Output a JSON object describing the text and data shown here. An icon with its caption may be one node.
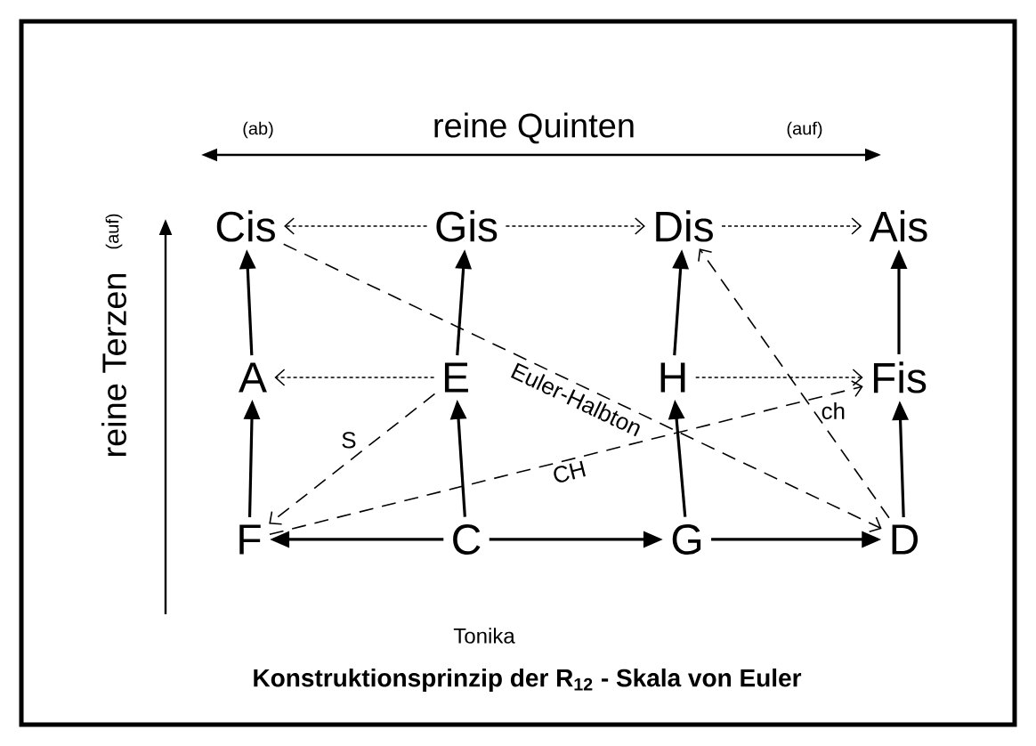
{
  "diagram": {
    "caption": "Konstruktionsprinzip der R$_{12}$ - Skala von Euler",
    "nodes": [
      {
        "text": [
          "Cis"
        ]
      },
      {
        "text": [
          "Gis"
        ]
      },
      {
        "text": [
          "Dis"
        ]
      },
      {
        "text": [
          "Ais"
        ]
      },
      {
        "text": [
          "A"
        ]
      },
      {
        "text": [
          "E"
        ]
      },
      {
        "text": [
          "H"
        ]
      },
      {
        "text": [
          "Fis"
        ]
      },
      {
        "text": [
          "F"
        ]
      },
      {
        "text": [
          "C"
        ],
        "beside": [
          "Tonika"
        ]
      },
      {
        "text": [
          "G"
        ]
      },
      {
        "text": [
          "D"
        ]
      }
    ],
    "edges": [
      {
        "from": 1,
        "to": 0,
        "arrow": "to",
        "style": "dashed"
      },
      {
        "from": 1,
        "to": 2,
        "arrow": "to",
        "style": "dashed"
      },
      {
        "from": 2,
        "to": 3,
        "arrow": "to",
        "style": "dashed"
      },
      {
        "from": 5,
        "to": 4,
        "arrow": "to",
        "style": "dashed"
      },
      {
        "from": 6,
        "to": 7,
        "arrow": "to",
        "style": "dashed"
      },
      {
        "from": 4,
        "to": 0,
        "arrow": "to"
      },
      {
        "from": 5,
        "to": 1,
        "arrow": "to"
      },
      {
        "from": 6,
        "to": 2,
        "arrow": "to"
      },
      {
        "from": 7,
        "to": 3,
        "arrow": "to"
      },
      {
        "from": 8,
        "to": 4,
        "arrow": "to"
      },
      {
        "from": 9,
        "to": 5,
        "arrow": "to"
      },
      {
        "from": 10,
        "to": 6,
        "arrow": "to"
      },
      {
        "from": 11,
        "to": 7,
        "arrow": "to"
      },
      {
        "from": 9,
        "to": 8,
        "arrow": "to"
      },
      {
        "from": 9,
        "to": 10,
        "arrow": "to"
      },
      {
        "from": 10,
        "to": 11,
        "arrow": "to"
      },
      {
        "from": 0,
        "to": 11,
        "arrow": "to",
        "style": "dashed",
        "label": "Euler-Halbton"
      },
      {
        "from": 5,
        "to": 8,
        "arrow": "to",
        "style": "dashed",
        "label": "S"
      },
      {
        "from": 8,
        "to": 7,
        "arrow": "to",
        "style": "dashed",
        "label": "CH"
      },
      {
        "from": 11,
        "to": 2,
        "arrow": "to",
        "style": "dashed",
        "label": "ch"
      }
    ],
    "labels": [
      "(ab)",
      "reine Quinten",
      "(auf)",
      "reine Terzen",
      "(auf)"
    ]
  }
}
